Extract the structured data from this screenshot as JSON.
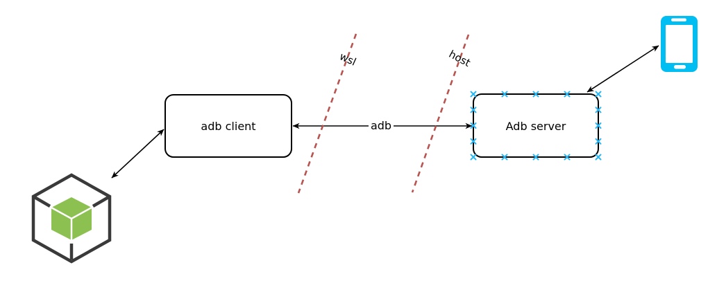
{
  "diagram": {
    "nodes": {
      "adb_client": {
        "label": "adb client"
      },
      "adb_server": {
        "label": "Adb server"
      }
    },
    "edges": {
      "client_server": {
        "label": "adb"
      }
    },
    "boundaries": {
      "wsl": {
        "label": "wsl"
      },
      "host": {
        "label": "host"
      }
    },
    "icons": {
      "module_cube": "green-module-cube-icon",
      "smartphone": "smartphone-icon",
      "connection_point": "x-cross-connection-point-marker",
      "arrowhead": "black-filled-arrowhead"
    },
    "colors": {
      "node_fill": "#ffffff",
      "node_stroke": "#000000",
      "connector_stroke": "#000000",
      "boundary_stroke": "#b85450",
      "connection_point": "#29b6f2",
      "smartphone_fill": "#00bef2",
      "cube_face_fill": "#8cc152",
      "cube_frame_stroke": "#3a3a3a",
      "label_color": "#000000"
    }
  }
}
